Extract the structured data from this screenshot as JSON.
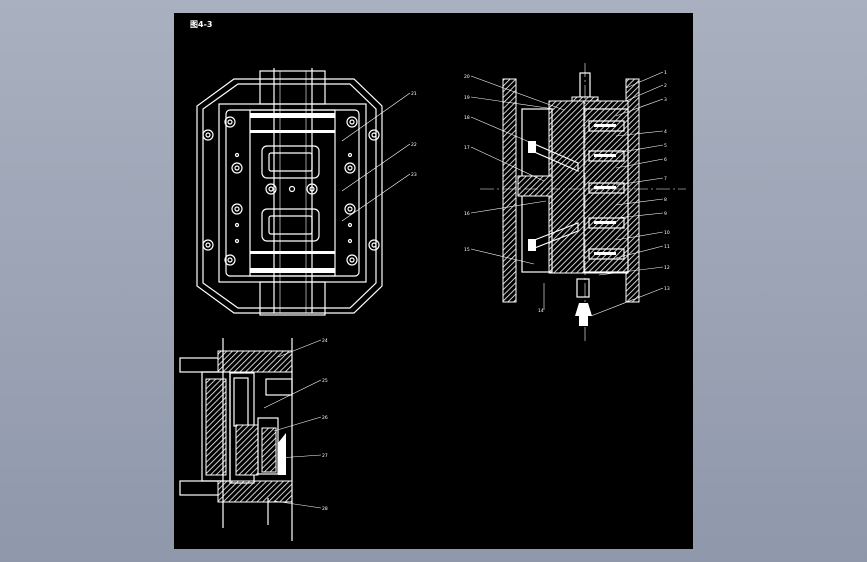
{
  "title_block": {
    "figure_no": "图4-3",
    "caption": ""
  },
  "part_numbers": {
    "top_view": [
      "21",
      "22",
      "23"
    ],
    "section_right": [
      "20",
      "19",
      "18",
      "17",
      "16",
      "15",
      "14",
      "1",
      "2",
      "3",
      "4",
      "5",
      "6",
      "7",
      "8",
      "9",
      "10",
      "11",
      "12",
      "13"
    ],
    "section_detail": [
      "24",
      "25",
      "26",
      "27",
      "28"
    ]
  },
  "colors": {
    "background": "#000000",
    "lines": "#ffffff",
    "window_bg": "#a9b0bf"
  }
}
